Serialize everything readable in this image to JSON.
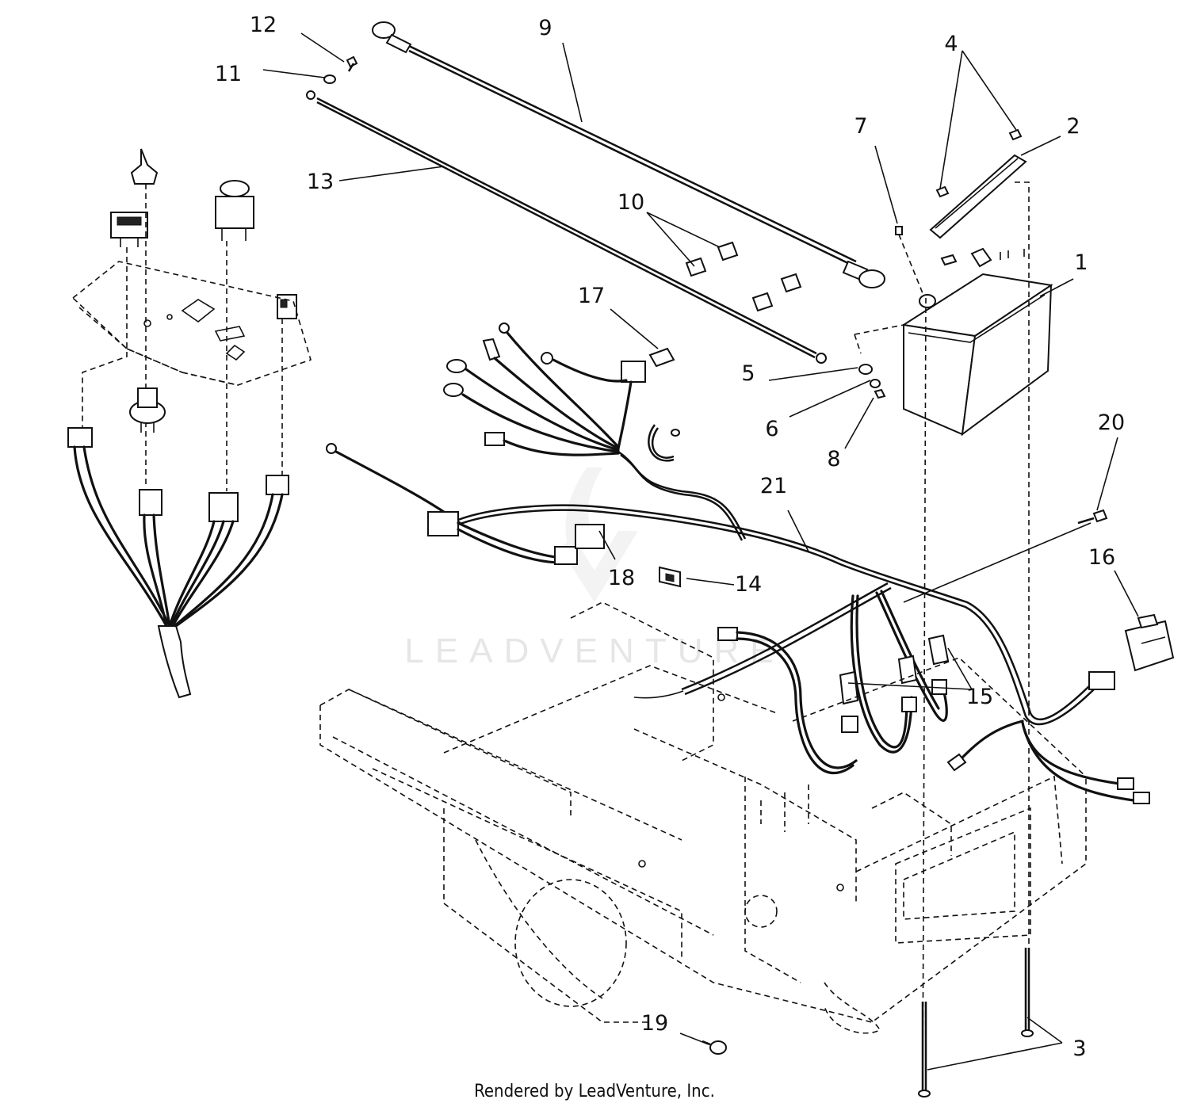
{
  "callouts": [
    "1",
    "2",
    "3",
    "4",
    "5",
    "6",
    "7",
    "8",
    "9",
    "10",
    "11",
    "12",
    "13",
    "14",
    "15",
    "16",
    "17",
    "18",
    "19",
    "20",
    "21"
  ],
  "credit": "Rendered by LeadVenture, Inc.",
  "watermark": "LEADVENTURE",
  "colors": {
    "ink": "#111111",
    "paper": "#ffffff",
    "watermark": "#e6e6e6"
  }
}
